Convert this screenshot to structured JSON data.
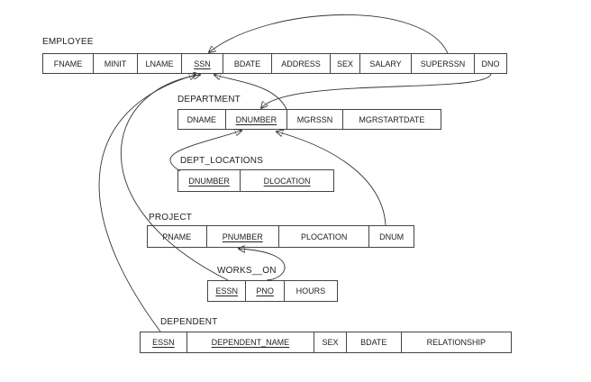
{
  "relations": {
    "employee": {
      "name": "EMPLOYEE",
      "attributes": [
        "FNAME",
        "MINIT",
        "LNAME",
        "SSN",
        "BDATE",
        "ADDRESS",
        "SEX",
        "SALARY",
        "SUPERSSN",
        "DNO"
      ],
      "keys": [
        "SSN"
      ]
    },
    "department": {
      "name": "DEPARTMENT",
      "attributes": [
        "DNAME",
        "DNUMBER",
        "MGRSSN",
        "MGRSTARTDATE"
      ],
      "keys": [
        "DNUMBER"
      ]
    },
    "dept_locations": {
      "name": "DEPT_LOCATIONS",
      "attributes": [
        "DNUMBER",
        "DLOCATION"
      ],
      "keys": [
        "DNUMBER",
        "DLOCATION"
      ]
    },
    "project": {
      "name": "PROJECT",
      "attributes": [
        "PNAME",
        "PNUMBER",
        "PLOCATION",
        "DNUM"
      ],
      "keys": [
        "PNUMBER"
      ]
    },
    "works_on": {
      "name": "WORKS__ON",
      "attributes": [
        "ESSN",
        "PNO",
        "HOURS"
      ],
      "keys": [
        "ESSN",
        "PNO"
      ]
    },
    "dependent": {
      "name": "DEPENDENT",
      "attributes": [
        "ESSN",
        "DEPENDENT_NAME",
        "SEX",
        "BDATE",
        "RELATIONSHIP"
      ],
      "keys": [
        "ESSN",
        "DEPENDENT_NAME"
      ]
    }
  },
  "references": [
    {
      "from": "EMPLOYEE.SUPERSSN",
      "to": "EMPLOYEE.SSN"
    },
    {
      "from": "EMPLOYEE.DNO",
      "to": "DEPARTMENT.DNUMBER"
    },
    {
      "from": "DEPARTMENT.MGRSSN",
      "to": "EMPLOYEE.SSN"
    },
    {
      "from": "DEPT_LOCATIONS.DNUMBER",
      "to": "DEPARTMENT.DNUMBER"
    },
    {
      "from": "PROJECT.DNUM",
      "to": "DEPARTMENT.DNUMBER"
    },
    {
      "from": "WORKS__ON.ESSN",
      "to": "EMPLOYEE.SSN"
    },
    {
      "from": "WORKS__ON.PNO",
      "to": "PROJECT.PNUMBER"
    },
    {
      "from": "DEPENDENT.ESSN",
      "to": "EMPLOYEE.SSN"
    }
  ]
}
